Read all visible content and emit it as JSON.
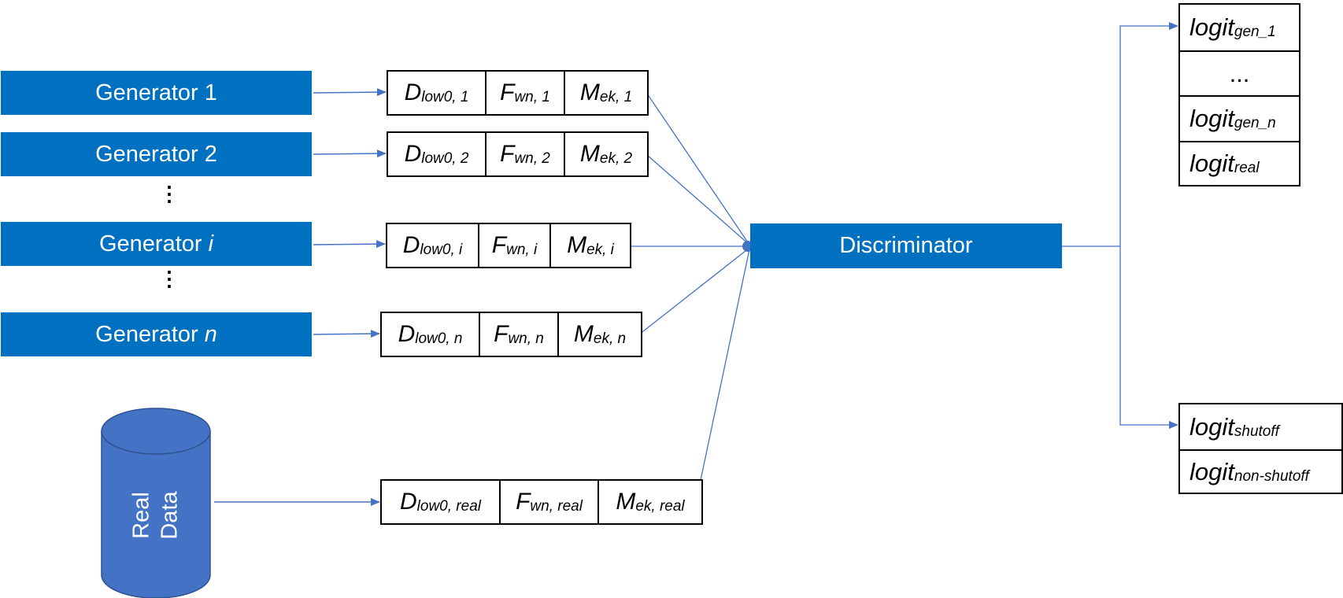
{
  "generators": [
    {
      "label": "Generator",
      "index": "1",
      "italic": false
    },
    {
      "label": "Generator",
      "index": "2",
      "italic": false
    },
    {
      "label": "Generator",
      "index": "i",
      "italic": true
    },
    {
      "label": "Generator",
      "index": "n",
      "italic": true
    }
  ],
  "ellipsis": "⋮",
  "feature_rows": [
    {
      "D": "D",
      "D_sub": "low0, 1",
      "F": "F",
      "F_sub": "wn, 1",
      "M": "M",
      "M_sub": "ek, 1"
    },
    {
      "D": "D",
      "D_sub": "low0, 2",
      "F": "F",
      "F_sub": "wn, 2",
      "M": "M",
      "M_sub": "ek, 2"
    },
    {
      "D": "D",
      "D_sub": "low0, i",
      "F": "F",
      "F_sub": "wn, i",
      "M": "M",
      "M_sub": "ek, i"
    },
    {
      "D": "D",
      "D_sub": "low0, n",
      "F": "F",
      "F_sub": "wn, n",
      "M": "M",
      "M_sub": "ek, n"
    },
    {
      "D": "D",
      "D_sub": "low0, real",
      "F": "F",
      "F_sub": "wn, real",
      "M": "M",
      "M_sub": "ek, real"
    }
  ],
  "real_data": {
    "line1": "Real",
    "line2": "Data"
  },
  "discriminator": "Discriminator",
  "logits_top": [
    {
      "base": "logit",
      "sub": "gen_1"
    },
    {
      "base": "...",
      "sub": ""
    },
    {
      "base": "logit",
      "sub": "gen_n"
    },
    {
      "base": "logit",
      "sub": "real"
    }
  ],
  "logits_bottom": [
    {
      "base": "logit",
      "sub": "shutoff"
    },
    {
      "base": "logit",
      "sub": "non-shutoff"
    }
  ],
  "colors": {
    "box_blue": "#0070c0",
    "cylinder_blue": "#4472c4",
    "line_blue": "#4472c4"
  }
}
